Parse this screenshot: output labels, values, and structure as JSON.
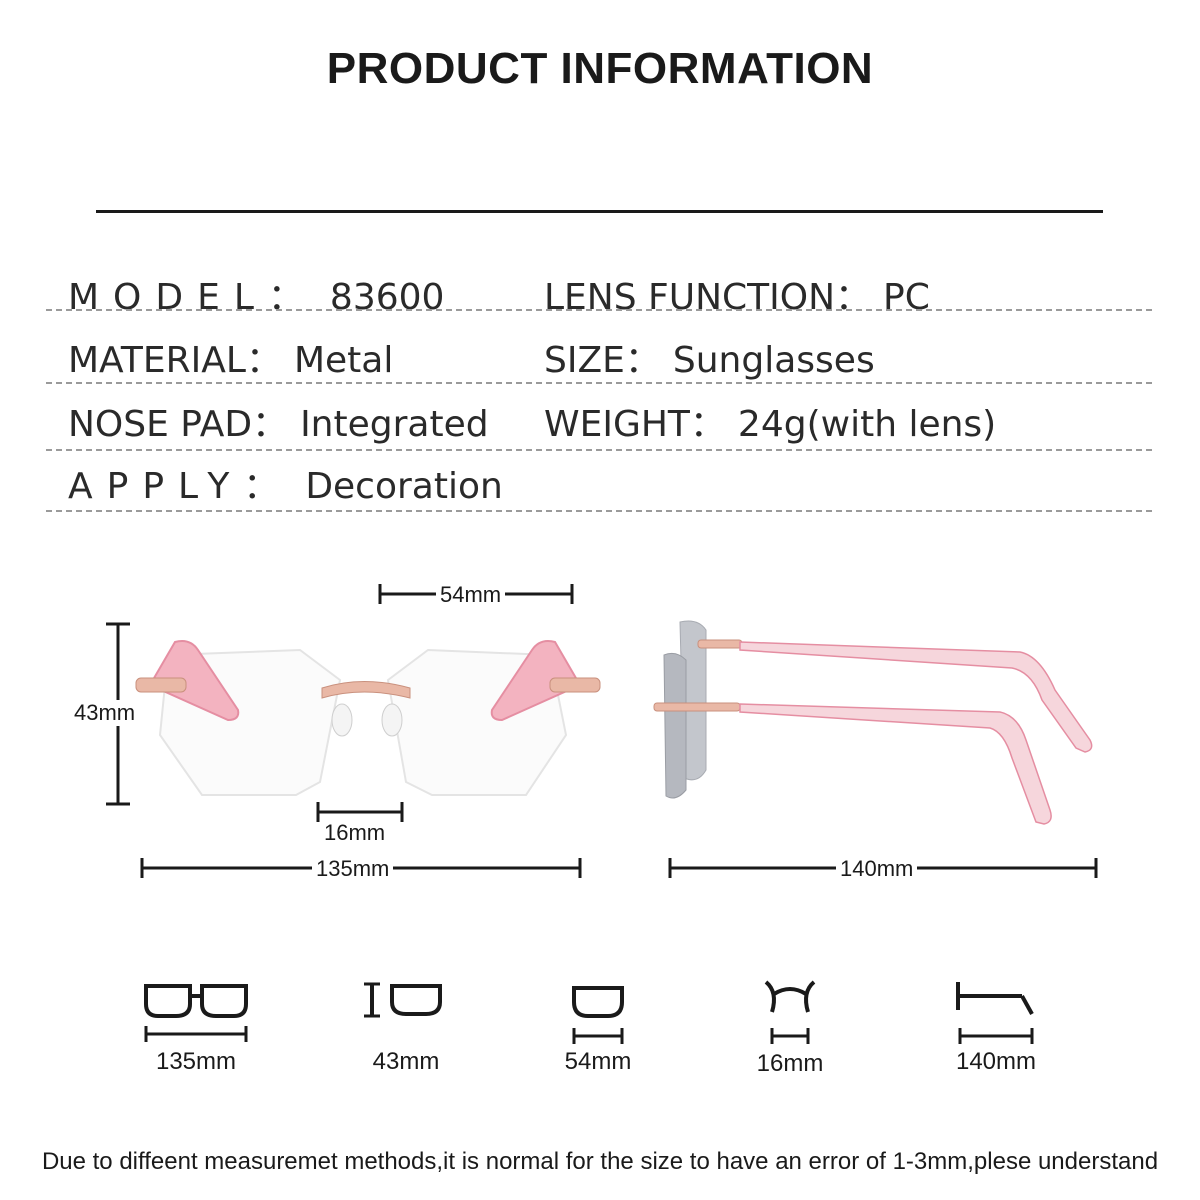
{
  "title": "PRODUCT INFORMATION",
  "specs": {
    "model": {
      "key": "MODEL：",
      "value": "83600"
    },
    "lens_function": {
      "key": "LENS FUNCTION：",
      "value": "PC"
    },
    "material": {
      "key": "MATERIAL：",
      "value": "Metal"
    },
    "size": {
      "key": "SIZE：",
      "value": "Sunglasses"
    },
    "nose_pad": {
      "key": "NOSE PAD：",
      "value": "Integrated"
    },
    "weight": {
      "key": "WEIGHT：",
      "value": "24g(with lens)"
    },
    "apply": {
      "key": "APPLY：",
      "value": "Decoration"
    }
  },
  "dimensions": {
    "lens_width": "54mm",
    "lens_height": "43mm",
    "bridge": "16mm",
    "frame_width": "135mm",
    "temple_length": "140mm"
  },
  "icons": [
    {
      "name": "frame-width-icon",
      "label": "135mm"
    },
    {
      "name": "lens-height-icon",
      "label": "43mm"
    },
    {
      "name": "lens-width-icon",
      "label": "54mm"
    },
    {
      "name": "bridge-icon",
      "label": "16mm"
    },
    {
      "name": "temple-icon",
      "label": "140mm"
    }
  ],
  "disclaimer": "Due to diffeent measuremet methods,it is normal for the size to have an error of 1-3mm,plese understand",
  "colors": {
    "frame_rose_gold": "#e9b8a6",
    "temple_pink": "#f0a7b6",
    "lens_tint": "#b9bcc4",
    "ink": "#1a1a1a"
  }
}
